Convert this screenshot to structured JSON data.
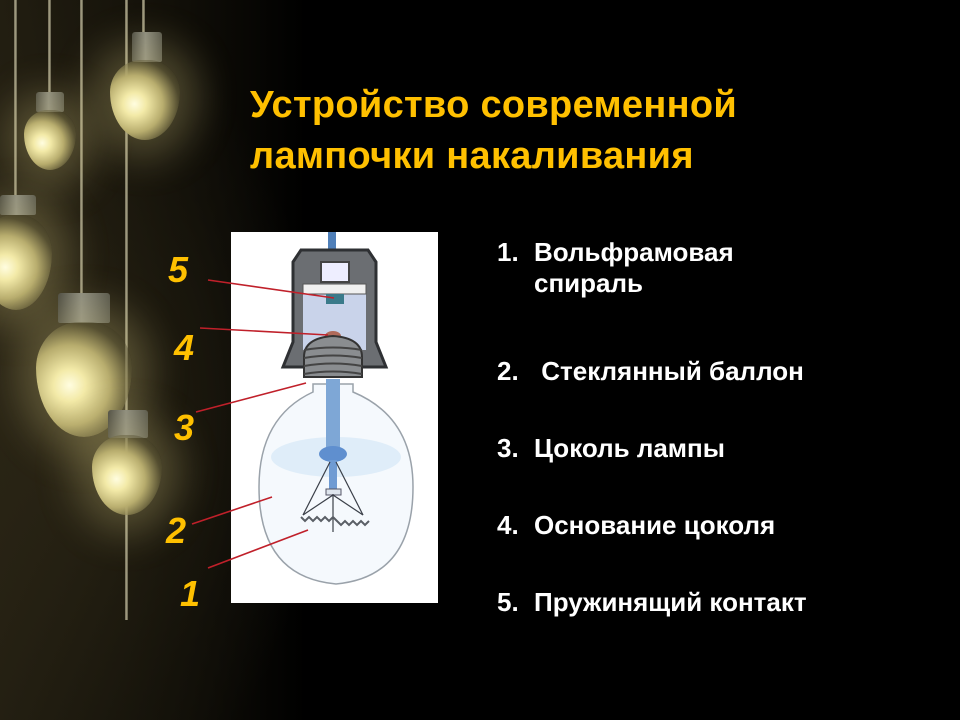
{
  "slide": {
    "title_line1": "Устройство современной",
    "title_line2": "лампочки накаливания",
    "accent_color": "#ffc000",
    "text_color": "#ffffff",
    "background_color": "#000000"
  },
  "diagram": {
    "callout_numbers": [
      "5",
      "4",
      "3",
      "2",
      "1"
    ],
    "leader_line_color": "#c0202a"
  },
  "legend": {
    "items": [
      {
        "num": "1.",
        "label_line1": "Вольфрамовая",
        "label_line2": "спираль"
      },
      {
        "num": "2.",
        "label_line1": " Стеклянный баллон"
      },
      {
        "num": "3.",
        "label_line1": "Цоколь лампы"
      },
      {
        "num": "4.",
        "label_line1": "Основание цоколя"
      },
      {
        "num": "5.",
        "label_line1": "Пружинящий контакт"
      }
    ]
  }
}
